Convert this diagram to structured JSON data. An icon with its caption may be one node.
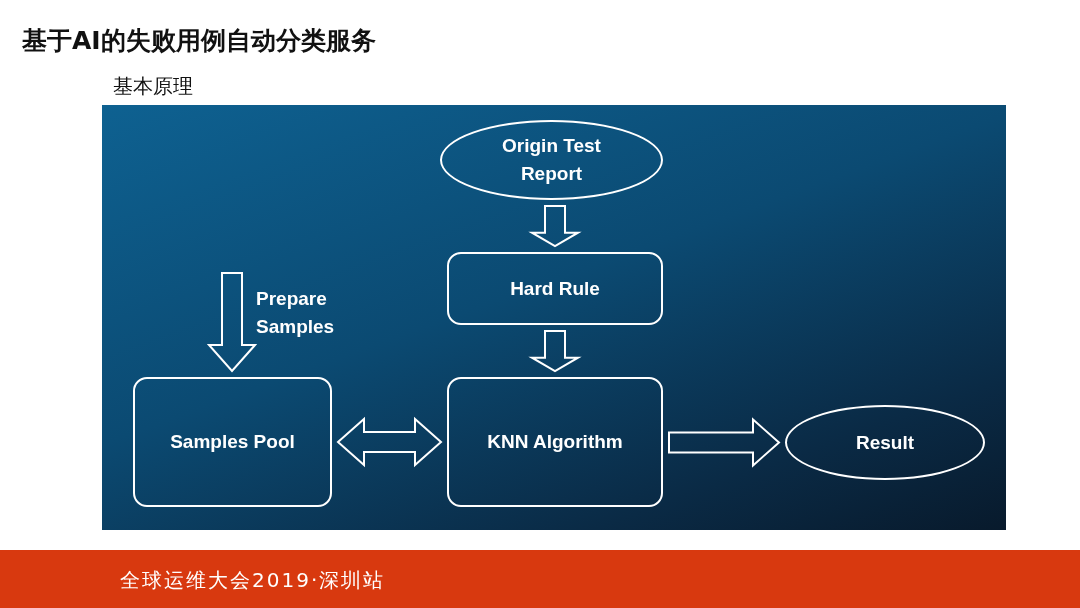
{
  "diagram": {
    "title": "基于AI的失败用例自动分类服务",
    "nodes": [
      {
        "text": [
          "Origin Test Report"
        ]
      },
      {
        "text": [
          "Hard Rule"
        ]
      },
      {
        "text": [
          "Samples Pool"
        ]
      },
      {
        "text": [
          "KNN Algorithm"
        ]
      },
      {
        "text": [
          "Result"
        ]
      }
    ],
    "edges": [
      {
        "from": 0,
        "to": 1,
        "arrow": "to"
      },
      {
        "from": 1,
        "to": 3,
        "arrow": "to"
      },
      {
        "from": null,
        "to": 2,
        "arrow": "to",
        "label": "Prepare Samples"
      },
      {
        "from": 2,
        "to": 3,
        "arrow": "both"
      },
      {
        "from": 3,
        "to": 4,
        "arrow": "to"
      }
    ],
    "labels": [
      "基本原理",
      "全球运维大会2019·深圳站"
    ]
  }
}
